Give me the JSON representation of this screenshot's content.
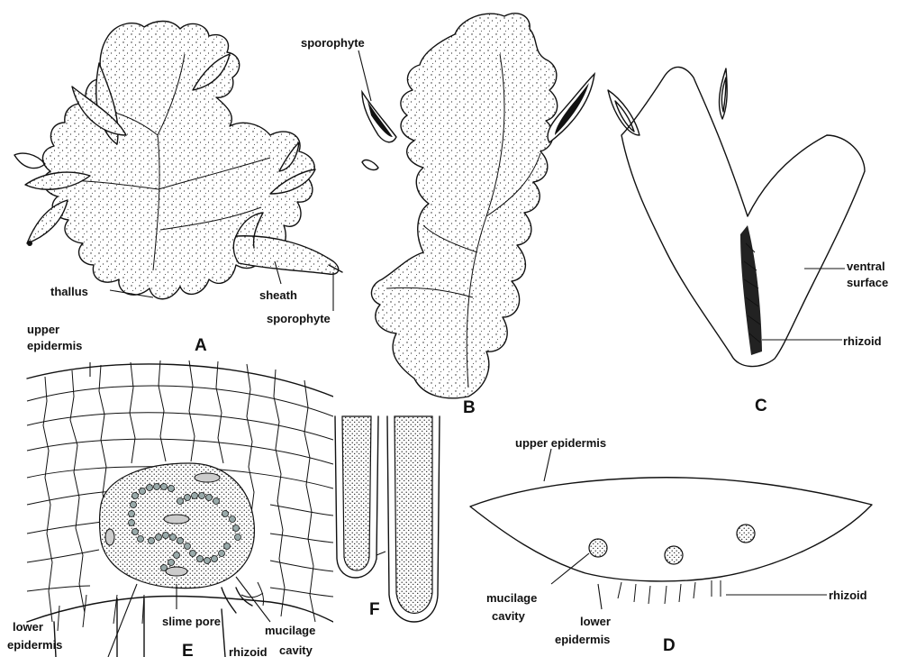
{
  "panels": {
    "A": {
      "letter": "A",
      "labels": {
        "thallus": "thallus",
        "sheath": "sheath",
        "sporophyte": "sporophyte"
      }
    },
    "B": {
      "letter": "B",
      "labels": {
        "sporophyte": "sporophyte"
      }
    },
    "C": {
      "letter": "C",
      "labels": {
        "ventral_line1": "ventral",
        "ventral_line2": "surface",
        "rhizoid": "rhizoid"
      }
    },
    "D": {
      "letter": "D",
      "labels": {
        "upper_epidermis": "upper epidermis",
        "mucilage_line1": "mucilage",
        "mucilage_line2": "cavity",
        "lower_line1": "lower",
        "lower_line2": "epidermis",
        "rhizoid": "rhizoid"
      }
    },
    "E": {
      "letter": "E",
      "labels": {
        "upper_line1": "upper",
        "upper_line2": "epidermis",
        "lower_line1": "lower",
        "lower_line2": "epidermis",
        "slime_pore": "slime pore",
        "rhizoid": "rhizoid",
        "mucilage_line1": "mucilage",
        "mucilage_line2": "cavity"
      }
    },
    "F": {
      "letter": "F"
    }
  }
}
